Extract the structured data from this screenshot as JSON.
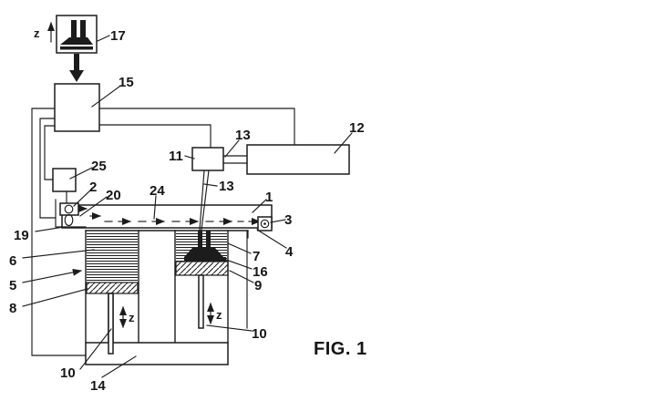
{
  "caption": "FIG. 1",
  "colors": {
    "ink": "#1c1c1c",
    "paper": "#ffffff"
  },
  "z_labels": {
    "preview": "z",
    "left_piston": "z",
    "right_piston": "z"
  },
  "ref": {
    "frame": "1",
    "left_roller": "2",
    "right_roller": "3",
    "rail": "4",
    "level_arrow": "5",
    "liquid": "6",
    "part_region": "7",
    "feed_piston": "8",
    "platform": "9",
    "left_rod": "10",
    "right_rod": "10",
    "deflector": "11",
    "laser": "12",
    "link": "13",
    "beam": "13",
    "base": "14",
    "controller": "15",
    "layer": "16",
    "object_preview": "17",
    "bracket": "19",
    "wiper": "20",
    "flow": "24",
    "sensor": "25"
  }
}
